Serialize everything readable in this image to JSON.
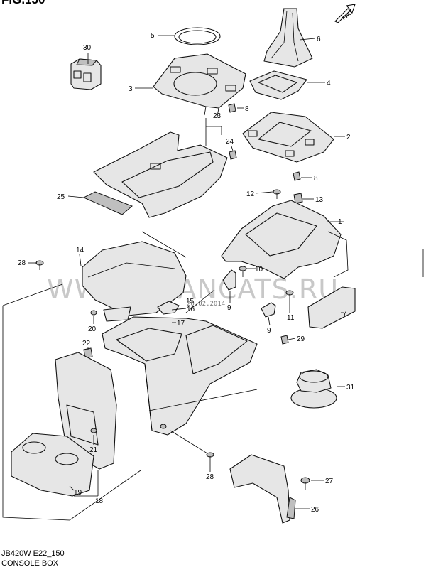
{
  "header_fragment": "FIG.150",
  "watermark": "WWW.JAPANCATS.RU",
  "stamp": "20.02.2014",
  "fwd_label": "FWD",
  "footer": {
    "model_code": "JB420W E22_150",
    "title": "CONSOLE BOX"
  },
  "callouts": [
    "1",
    "2",
    "3",
    "4",
    "5",
    "6",
    "7",
    "8",
    "8",
    "9",
    "9",
    "10",
    "11",
    "12",
    "13",
    "14",
    "15",
    "16",
    "17",
    "18",
    "19",
    "20",
    "21",
    "22",
    "23",
    "24",
    "25",
    "26",
    "27",
    "28",
    "28",
    "29",
    "30",
    "31"
  ]
}
